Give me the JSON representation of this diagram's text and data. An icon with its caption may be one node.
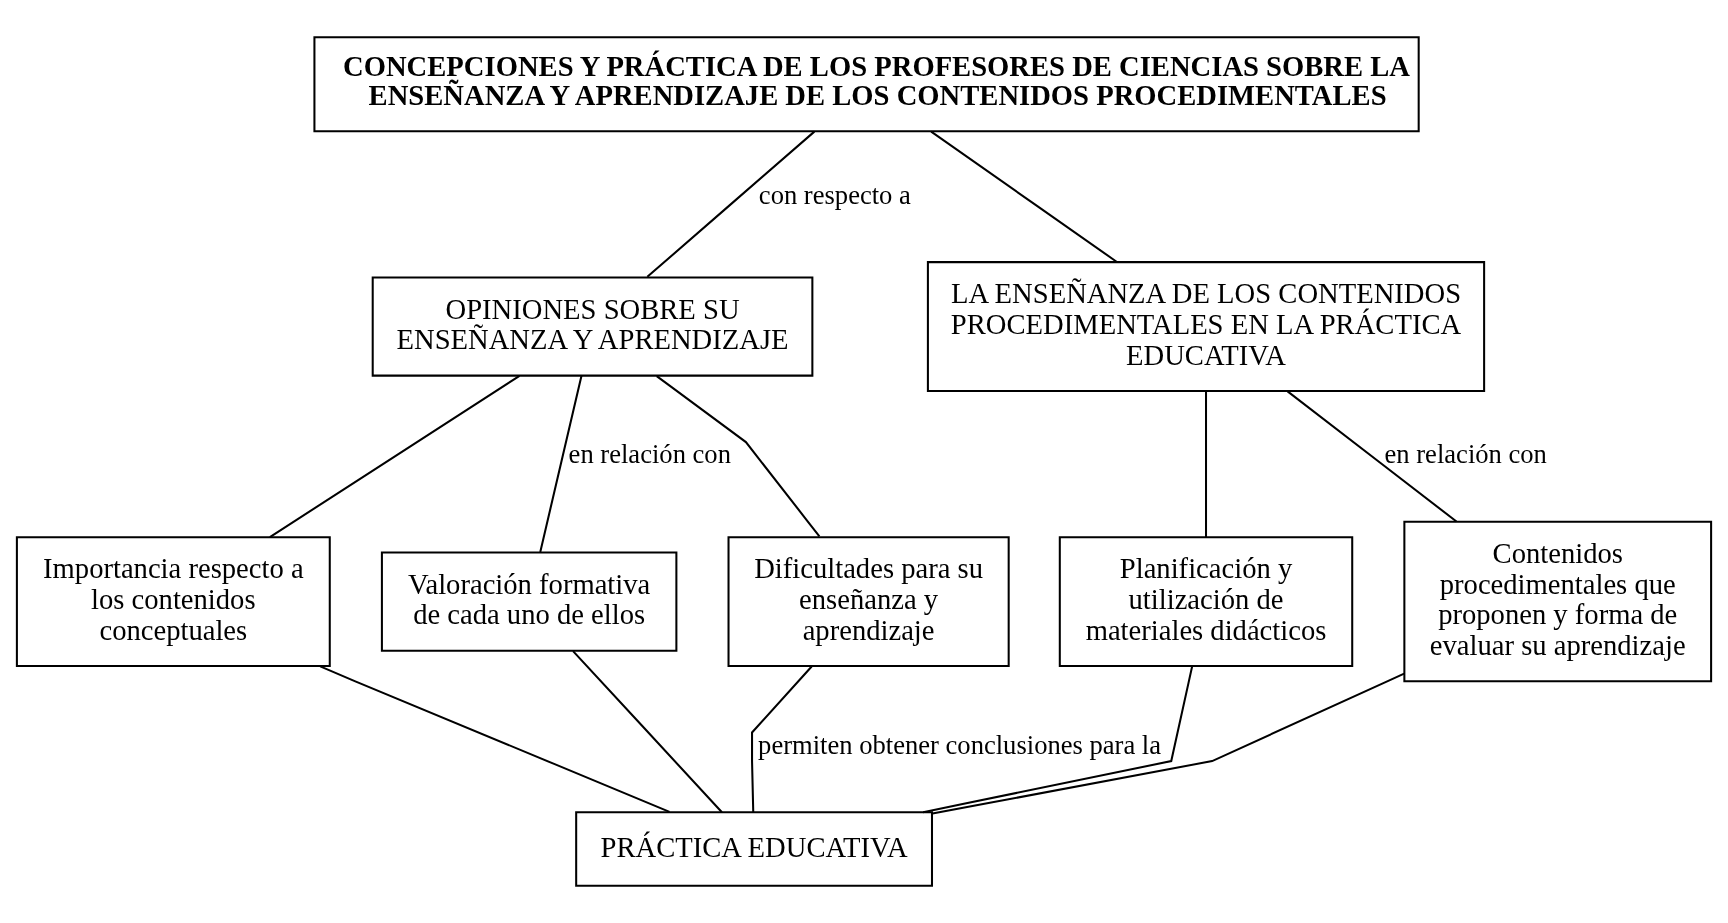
{
  "diagram": {
    "nodes": [
      {
        "text": [
          "CONCEPCIONES Y PRÁCTICA DE LOS PROFESORES DE CIENCIAS SOBRE LA ENSEÑANZA Y APRENDIZAJE DE LOS CONTENIDOS PROCEDIMENTALES"
        ]
      },
      {
        "text": [
          "OPINIONES SOBRE SU ENSEÑANZA Y APRENDIZAJE"
        ]
      },
      {
        "text": [
          "LA ENSEÑANZA DE LOS CONTENIDOS PROCEDIMENTALES EN LA PRÁCTICA EDUCATIVA"
        ]
      },
      {
        "text": [
          "Importancia respecto a los contenidos conceptuales"
        ]
      },
      {
        "text": [
          "Valoración formativa de cada uno de ellos"
        ]
      },
      {
        "text": [
          "Dificultades para su enseñanza y aprendizaje"
        ]
      },
      {
        "text": [
          "Planificación y utilización de materiales didácticos"
        ]
      },
      {
        "text": [
          "Contenidos procedimentales que proponen y forma de evaluar su aprendizaje"
        ]
      },
      {
        "text": [
          "PRÁCTICA EDUCATIVA"
        ]
      }
    ],
    "edges": [
      {
        "from": 0,
        "to": 1,
        "arrow": "none",
        "label": "con respecto a"
      },
      {
        "from": 0,
        "to": 2,
        "arrow": "none"
      },
      {
        "from": 1,
        "to": 3,
        "arrow": "none"
      },
      {
        "from": 1,
        "to": 4,
        "arrow": "none",
        "label": "en relación con"
      },
      {
        "from": 1,
        "to": 5,
        "arrow": "none"
      },
      {
        "from": 2,
        "to": 6,
        "arrow": "none"
      },
      {
        "from": 2,
        "to": 7,
        "arrow": "none",
        "label": "en relación con"
      },
      {
        "from": 3,
        "to": 8,
        "arrow": "none"
      },
      {
        "from": 4,
        "to": 8,
        "arrow": "none"
      },
      {
        "from": 5,
        "to": 8,
        "arrow": "none",
        "label": "permiten obtener conclusiones para la"
      },
      {
        "from": 6,
        "to": 8,
        "arrow": "none"
      },
      {
        "from": 7,
        "to": 8,
        "arrow": "none"
      }
    ]
  }
}
